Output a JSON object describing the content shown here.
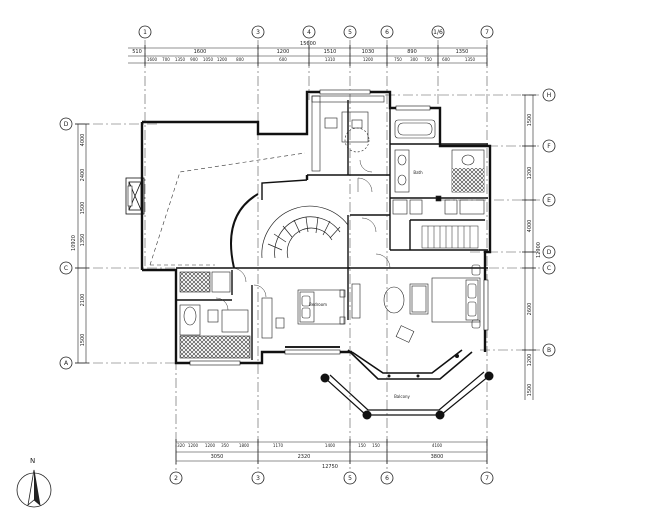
{
  "grid_top": [
    "1",
    "3",
    "4",
    "5",
    "6",
    "1/6",
    "7"
  ],
  "grid_bottom": [
    "2",
    "3",
    "5",
    "6",
    "7"
  ],
  "grid_left": [
    "D",
    "C",
    "A"
  ],
  "grid_right": [
    "H",
    "F",
    "E",
    "D",
    "C",
    "B"
  ],
  "dims_top_total": "15600",
  "dims_top_row1": [
    "510",
    "1600",
    "1200",
    "1510",
    "1030",
    "890",
    "1350"
  ],
  "dims_top_row2": [
    "1600",
    "700",
    "1350",
    "900",
    "1050",
    "1200",
    "800",
    "600",
    "1310",
    "1200",
    "750",
    "300",
    "750",
    "600",
    "1350"
  ],
  "dims_bottom_row1": [
    "320",
    "1200",
    "1200",
    "350",
    "1800",
    "1170",
    "1400",
    "150",
    "150",
    "4100"
  ],
  "dims_bottom_row2": [
    "3050",
    "2320",
    "3800"
  ],
  "dims_bottom_total": "12750",
  "dims_left_total": "10920",
  "dims_left_segments": [
    "4000",
    "2400",
    "1500",
    "1350",
    "2100",
    "1500"
  ],
  "dims_right_total": "12900",
  "dims_right_segments": [
    "1500",
    "1200",
    "4000",
    "2600",
    "1200",
    "1500"
  ],
  "room_labels": [
    "Bath",
    "Bedroom",
    "Balcony"
  ],
  "north_label": "N"
}
